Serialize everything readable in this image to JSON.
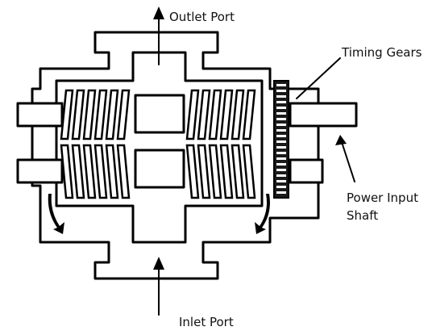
{
  "labels": {
    "outlet": "Outlet Port",
    "timing_gears": "Timing Gears",
    "power_input_line1": "Power Input",
    "power_input_line2": "Shaft",
    "inlet": "Inlet Port"
  },
  "colors": {
    "line": "#000000",
    "background": "#ffffff",
    "gear": "#1a1a1a"
  }
}
